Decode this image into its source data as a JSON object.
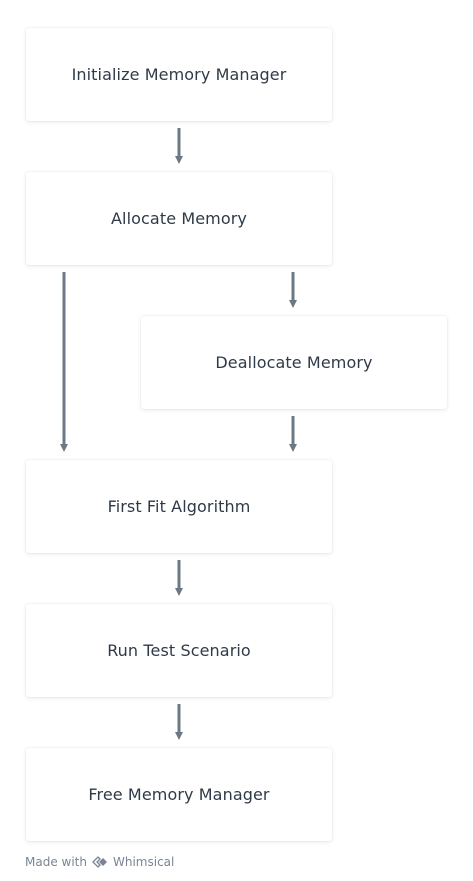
{
  "diagram": {
    "nodes": [
      {
        "id": "init",
        "label": "Initialize Memory Manager"
      },
      {
        "id": "allocate",
        "label": "Allocate Memory"
      },
      {
        "id": "deallocate",
        "label": "Deallocate Memory"
      },
      {
        "id": "firstfit",
        "label": "First Fit Algorithm"
      },
      {
        "id": "test",
        "label": "Run Test Scenario"
      },
      {
        "id": "free",
        "label": "Free Memory Manager"
      }
    ],
    "edges": [
      {
        "from": "init",
        "to": "allocate"
      },
      {
        "from": "allocate",
        "to": "deallocate"
      },
      {
        "from": "allocate",
        "to": "firstfit"
      },
      {
        "from": "deallocate",
        "to": "firstfit"
      },
      {
        "from": "firstfit",
        "to": "test"
      },
      {
        "from": "test",
        "to": "free"
      }
    ]
  },
  "footer": {
    "made_with": "Made with",
    "brand": "Whimsical",
    "icon": "whimsical-logo-icon"
  },
  "colors": {
    "text": "#2f3a48",
    "arrow": "#6b7886",
    "footer": "#7a8594"
  }
}
